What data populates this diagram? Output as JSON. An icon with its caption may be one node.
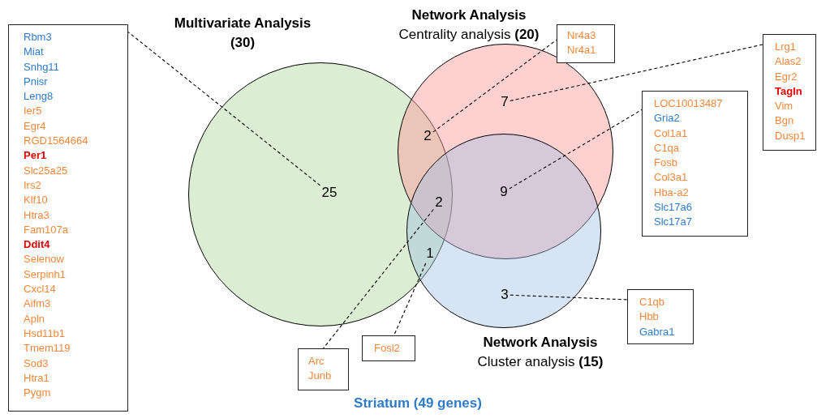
{
  "diagram": {
    "caption": "Striatum (49 genes)",
    "nodes": [
      {
        "text": [
          "Multivariate Analysis",
          "(30)"
        ]
      },
      {
        "text": [
          "Network Analysis",
          "Centrality analysis **(20)**"
        ]
      },
      {
        "text": [
          "Network Analysis",
          "Cluster analysis **(15)**"
        ]
      },
      {
        "text": [
          "25"
        ],
        "in": 0
      },
      {
        "text": [
          "2"
        ]
      },
      {
        "text": [
          "7"
        ],
        "in": 1
      },
      {
        "text": [
          "9"
        ]
      },
      {
        "text": [
          "2"
        ]
      },
      {
        "text": [
          "1"
        ]
      },
      {
        "text": [
          "3"
        ],
        "in": 2
      },
      {
        "text": [
          "Rbm3",
          "Miat",
          "Snhg11",
          "Pnisr",
          "Leng8",
          "Ier5",
          "Egr4",
          "RGD1564664",
          "Per1",
          "Slc25a25",
          "Irs2",
          "Klf10",
          "Htra3",
          "Fam107a",
          "Ddit4",
          "Selenow",
          "Serpinh1",
          "Cxcl14",
          "Aifm3",
          "Apln",
          "Hsd11b1",
          "Tmem119",
          "Sod3",
          "Htra1",
          "Pygm"
        ]
      },
      {
        "text": [
          "Nr4a3",
          "Nr4a1"
        ]
      },
      {
        "text": [
          "Lrg1",
          "Alas2",
          "Egr2",
          "Tagln",
          "Vim",
          "Bgn",
          "Dusp1"
        ]
      },
      {
        "text": [
          "LOC10013487",
          "Gria2",
          "Col1a1",
          "C1qa",
          "Fosb",
          "Col3a1",
          "Hba-a2",
          "Slc17a6",
          "Slc17a7"
        ]
      },
      {
        "text": [
          "C1qb",
          "Hbb",
          "Gabra1"
        ]
      },
      {
        "text": [
          "Fosl2"
        ]
      },
      {
        "text": [
          "Arc",
          "Junb"
        ]
      }
    ],
    "edges": [
      {
        "from": 3,
        "to": 10,
        "arrow": "none",
        "style": "dashed"
      },
      {
        "from": 4,
        "to": 11,
        "arrow": "none",
        "style": "dashed"
      },
      {
        "from": 5,
        "to": 12,
        "arrow": "none",
        "style": "dashed"
      },
      {
        "from": 6,
        "to": 13,
        "arrow": "none",
        "style": "dashed"
      },
      {
        "from": 7,
        "to": 16,
        "arrow": "none",
        "style": "dashed"
      },
      {
        "from": 8,
        "to": 15,
        "arrow": "none",
        "style": "dashed"
      },
      {
        "from": 9,
        "to": 14,
        "arrow": "none",
        "style": "dashed"
      }
    ]
  }
}
